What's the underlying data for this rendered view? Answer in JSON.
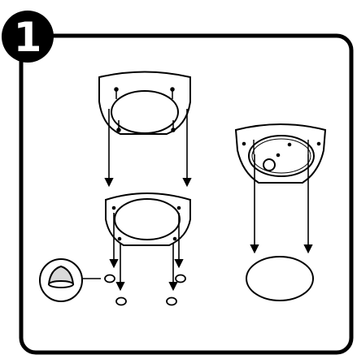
{
  "step": {
    "number": "1"
  },
  "colors": {
    "ink": "#000000",
    "paper": "#ffffff",
    "shade": "#d9d9d9"
  },
  "figures": [
    {
      "name": "fixture-base-top",
      "icon": "ceiling-base-plate-icon"
    },
    {
      "name": "fixture-base-lower",
      "icon": "ceiling-base-plate-icon"
    },
    {
      "name": "fixture-base-right",
      "icon": "ceiling-base-socket-icon"
    },
    {
      "name": "glass-diffuser",
      "icon": "oval-glass-icon"
    },
    {
      "name": "cap-nut-detail",
      "icon": "magnified-cap-nut-icon"
    },
    {
      "name": "cap-nuts",
      "icon": "cap-nut-icon"
    }
  ]
}
